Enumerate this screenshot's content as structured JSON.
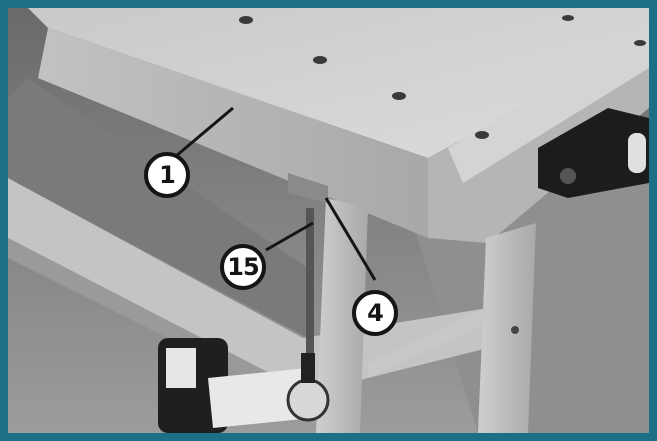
{
  "image": {
    "frame_color": "#1d6f86"
  },
  "callouts": [
    {
      "id": "part-1",
      "label": "1"
    },
    {
      "id": "part-15",
      "label": "15"
    },
    {
      "id": "part-4",
      "label": "4"
    }
  ]
}
